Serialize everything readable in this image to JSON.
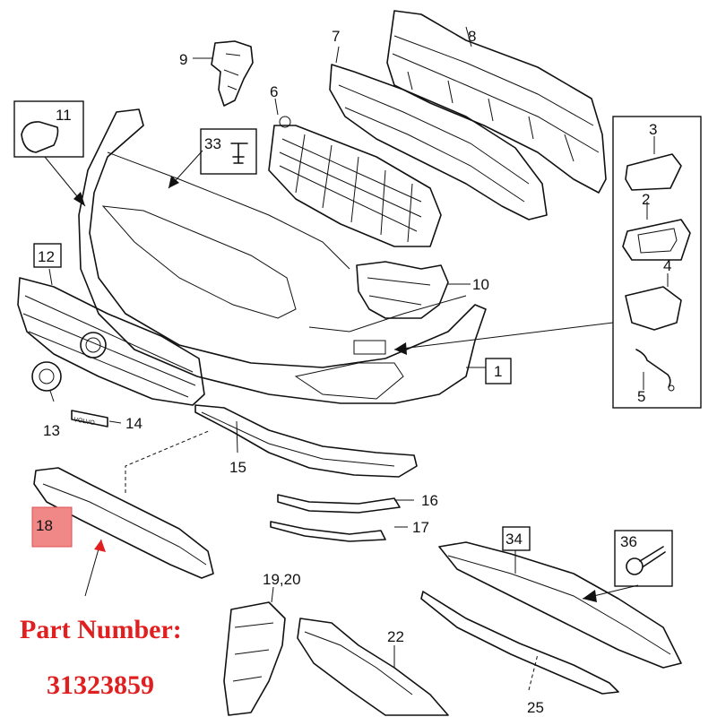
{
  "colors": {
    "highlight": "#f08888",
    "caption": "#e02020",
    "line": "#111111",
    "inset_box": "#111111"
  },
  "callouts": {
    "c1": "1",
    "c2": "2",
    "c3": "3",
    "c4": "4",
    "c5": "5",
    "c6": "6",
    "c7": "7",
    "c8": "8",
    "c9": "9",
    "c10": "10",
    "c11": "11",
    "c12": "12",
    "c13": "13",
    "c14": "14",
    "c15": "15",
    "c16": "16",
    "c17": "17",
    "c18": "18",
    "c19_20": "19,20",
    "c22": "22",
    "c25": "25",
    "c33": "33",
    "c34": "34",
    "c36": "36"
  },
  "badge_text": "VOLVO",
  "caption": {
    "line1": "Part Number:",
    "line2": "31323859"
  }
}
